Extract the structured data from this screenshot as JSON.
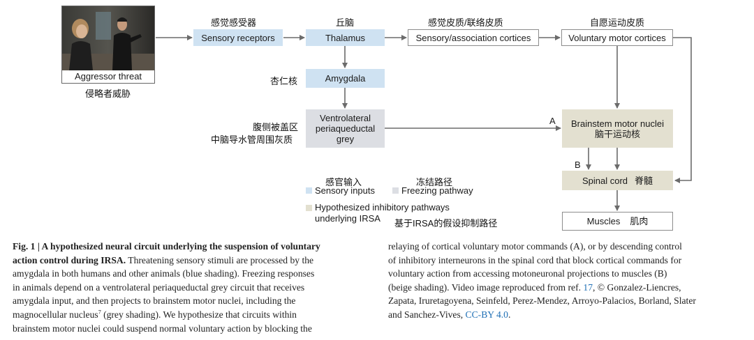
{
  "figure": {
    "photo_label": "Aggressor threat",
    "photo_label_cn": "侵略者威胁",
    "nodes": {
      "sensory_receptors": {
        "label": "Sensory receptors",
        "cn": "感觉感受器"
      },
      "thalamus": {
        "label": "Thalamus",
        "cn": "丘脑"
      },
      "cortices": {
        "label": "Sensory/association cortices",
        "cn": "感觉皮质/联络皮质"
      },
      "voluntary_motor": {
        "label": "Voluntary motor cortices",
        "cn": "自愿运动皮质"
      },
      "amygdala": {
        "label": "Amygdala",
        "cn": "杏仁核"
      },
      "vlpag": {
        "line1": "Ventrolateral",
        "line2": "periaqueductal",
        "line3": "grey",
        "cn1": "腹侧被盖区",
        "cn2": "中脑导水管周围灰质"
      },
      "brainstem": {
        "label": "Brainstem motor nuclei",
        "cn": "脑干运动核"
      },
      "spinal_cord": {
        "label": "Spinal cord",
        "cn": "脊髓"
      },
      "muscles": {
        "label": "Muscles",
        "cn": "肌肉"
      }
    },
    "edge_labels": {
      "a": "A",
      "b": "B"
    },
    "legend": {
      "sensory_inputs": {
        "label": "Sensory inputs",
        "cn": "感官输入",
        "color": "#cfe2f2"
      },
      "freezing_pathway": {
        "label": "Freezing pathway",
        "cn": "冻结路径",
        "color": "#dcdee3"
      },
      "hypothesized": {
        "line1": "Hypothesized inhibitory pathways",
        "line2": "underlying IRSA",
        "cn": "基于IRSA的假设抑制路径",
        "color": "#e3e0d0"
      }
    }
  },
  "caption": {
    "fig_label": "Fig. 1 | ",
    "title_line1": "A hypothesized neural circuit underlying the suspension of voluntary",
    "title_line2": "action control during IRSA.",
    "left": {
      "l2_rest": " Threatening sensory stimuli are processed by the",
      "l3": "amygdala in both humans and other animals (blue shading). Freezing responses",
      "l4": "in animals depend on a ventrolateral periaqueductal grey circuit that receives",
      "l5": "amygdala input, and then projects to brainstem motor nuclei, including the",
      "l6a": "magnocellular nucleus",
      "l6_sup": "7",
      "l6b": " (grey shading). We hypothesize that circuits within",
      "l7": "brainstem motor nuclei could suspend normal voluntary action by blocking the"
    },
    "right": {
      "l1": "relaying of cortical voluntary motor commands (A), or by descending control",
      "l2": "of inhibitory interneurons in the spinal cord that block cortical commands for",
      "l3": "voluntary action from accessing motoneuronal projections to muscles (B)",
      "l4a": "(beige shading). Video image reproduced from ref. ",
      "l4_ref": "17",
      "l4b": ", © Gonzalez-Liencres,",
      "l5": "Zapata, Iruretagoyena, Seinfeld, Perez-Mendez, Arroyo-Palacios, Borland, Slater",
      "l6a": "and Sanchez-Vives, ",
      "l6_link": "CC-BY 4.0",
      "l6b": "."
    }
  },
  "colors": {
    "blue": "#cfe2f2",
    "grey": "#dcdee3",
    "beige": "#e3e0d0",
    "arrow": "#6b6b6b",
    "link": "#1f6fb5"
  }
}
